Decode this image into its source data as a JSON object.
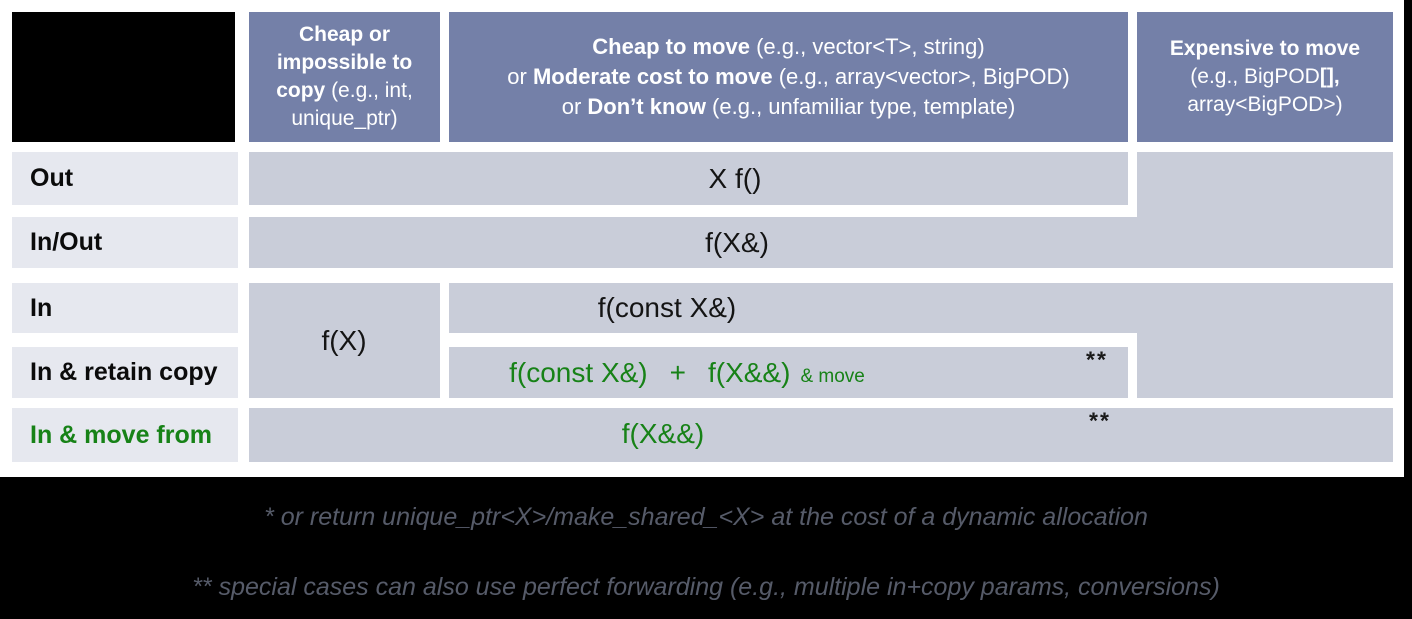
{
  "colors": {
    "header_bg": "#7480a8",
    "cell_bg": "#c9cdd9",
    "label_bg": "#e6e8ef",
    "green": "#178217",
    "footnote_text": "#565b69",
    "page_bg": "#ffffff",
    "frame_bg": "#000000"
  },
  "header": {
    "col1": {
      "bold": "Cheap or impossible to copy",
      "rest": " (e.g., int, unique_ptr)"
    },
    "col2": {
      "line1_bold": "Cheap to move",
      "line1_rest": " (e.g., vector<T>, string)",
      "line2_pre": "or ",
      "line2_bold": "Moderate cost to move",
      "line2_rest": " (e.g., array<vector>, BigPOD)",
      "line3_pre": "or ",
      "line3_bold": "Don’t know",
      "line3_rest": " (e.g., unfamiliar type, template)"
    },
    "col3": {
      "line1_bold": "Expensive to move",
      "line2_pre": "(e.g., BigPOD",
      "line2_bold": "[],",
      "line3": "array<BigPOD>)"
    }
  },
  "row_labels": {
    "out": "Out",
    "inout": "In/Out",
    "in": "In",
    "retain": "In & retain copy",
    "move": "In & move from"
  },
  "cells": {
    "out": "X f()",
    "inout": "f(X&)",
    "in_value": "f(X)",
    "in_constref": "f(const X&)",
    "retain_part1": "f(const X&)",
    "retain_plus": "+",
    "retain_part2": "f(X&&)",
    "retain_suffix": "& move",
    "move": "f(X&&)",
    "asterisks": "**"
  },
  "footnotes": {
    "line1": "* or return unique_ptr<X>/make_shared_<X> at the cost of a dynamic allocation",
    "line2": "** special cases can also use perfect forwarding (e.g., multiple in+copy params, conversions)"
  }
}
